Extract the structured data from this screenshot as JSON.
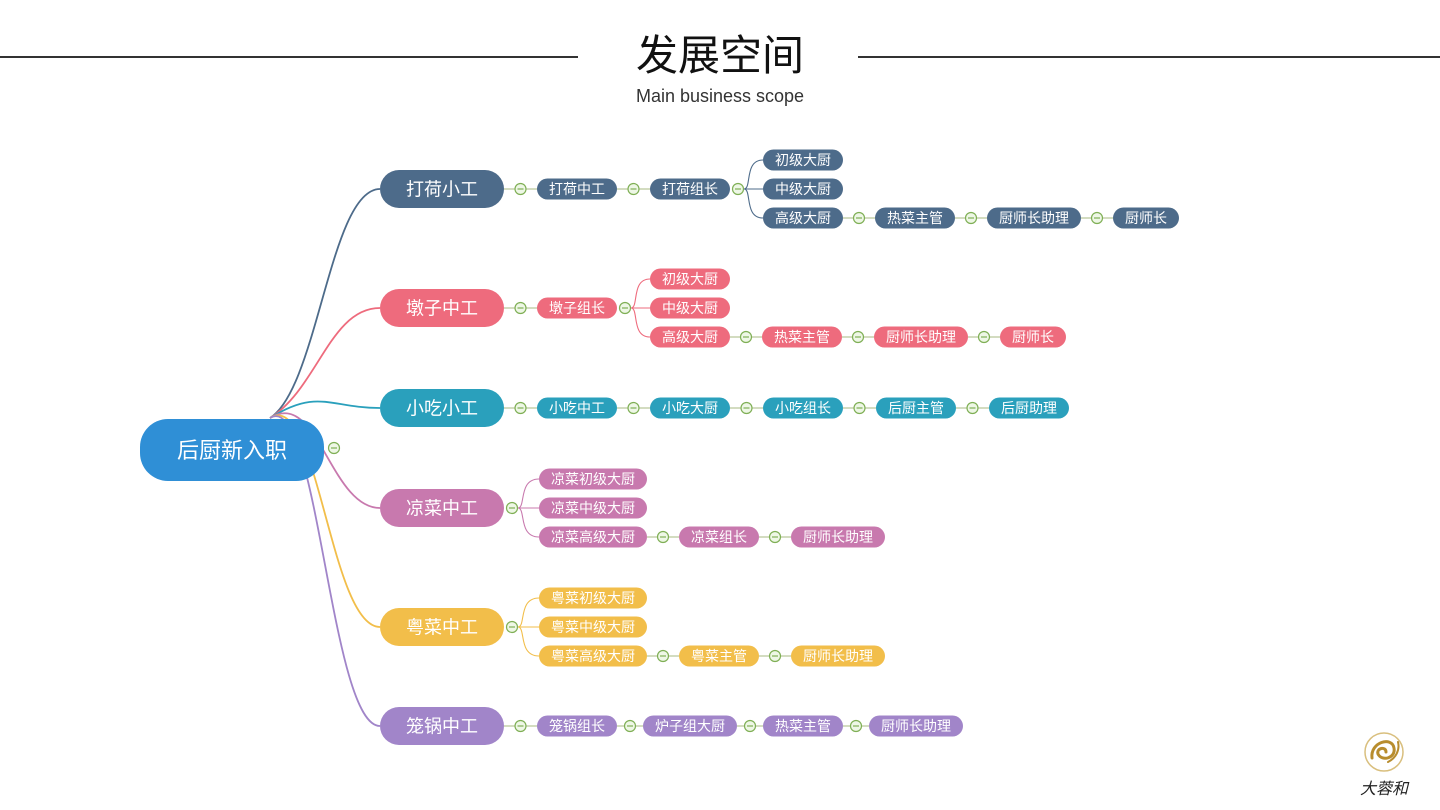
{
  "header": {
    "title": "发展空间",
    "subtitle": "Main business scope"
  },
  "colors": {
    "root": "#2F8FD6",
    "connector_line": "#B9C89A",
    "toggle_stroke": "#7FAF55",
    "toggle_fill": "#EEF7E6"
  },
  "root": {
    "label": "后厨新入职"
  },
  "branches": [
    {
      "label": "打荷小工",
      "color": "#4D6B8A",
      "chain": [
        "打荷中工",
        "打荷组长"
      ],
      "fork": [
        "初级大厨",
        "中级大厨",
        "高级大厨"
      ],
      "tail": [
        "热菜主管",
        "厨师长助理",
        "厨师长"
      ]
    },
    {
      "label": "墩子中工",
      "color": "#EE6B7D",
      "chain": [
        "墩子组长"
      ],
      "fork": [
        "初级大厨",
        "中级大厨",
        "高级大厨"
      ],
      "tail": [
        "热菜主管",
        "厨师长助理",
        "厨师长"
      ]
    },
    {
      "label": "小吃小工",
      "color": "#2AA0BC",
      "chain": [
        "小吃中工",
        "小吃大厨",
        "小吃组长",
        "后厨主管",
        "后厨助理"
      ],
      "fork": [],
      "tail": []
    },
    {
      "label": "凉菜中工",
      "color": "#C879AE",
      "chain": [],
      "fork": [
        "凉菜初级大厨",
        "凉菜中级大厨",
        "凉菜高级大厨"
      ],
      "tail": [
        "凉菜组长",
        "厨师长助理"
      ]
    },
    {
      "label": "粤菜中工",
      "color": "#F2BE4A",
      "chain": [],
      "fork": [
        "粤菜初级大厨",
        "粤菜中级大厨",
        "粤菜高级大厨"
      ],
      "tail": [
        "粤菜主管",
        "厨师长助理"
      ]
    },
    {
      "label": "笼锅中工",
      "color": "#A185C9",
      "chain": [
        "笼锅组长",
        "炉子组大厨",
        "热菜主管",
        "厨师长助理"
      ],
      "fork": [],
      "tail": []
    }
  ],
  "logo": {
    "icon": "dragon-logo-icon",
    "text": "大蓉和",
    "color": "#B88D2E"
  }
}
